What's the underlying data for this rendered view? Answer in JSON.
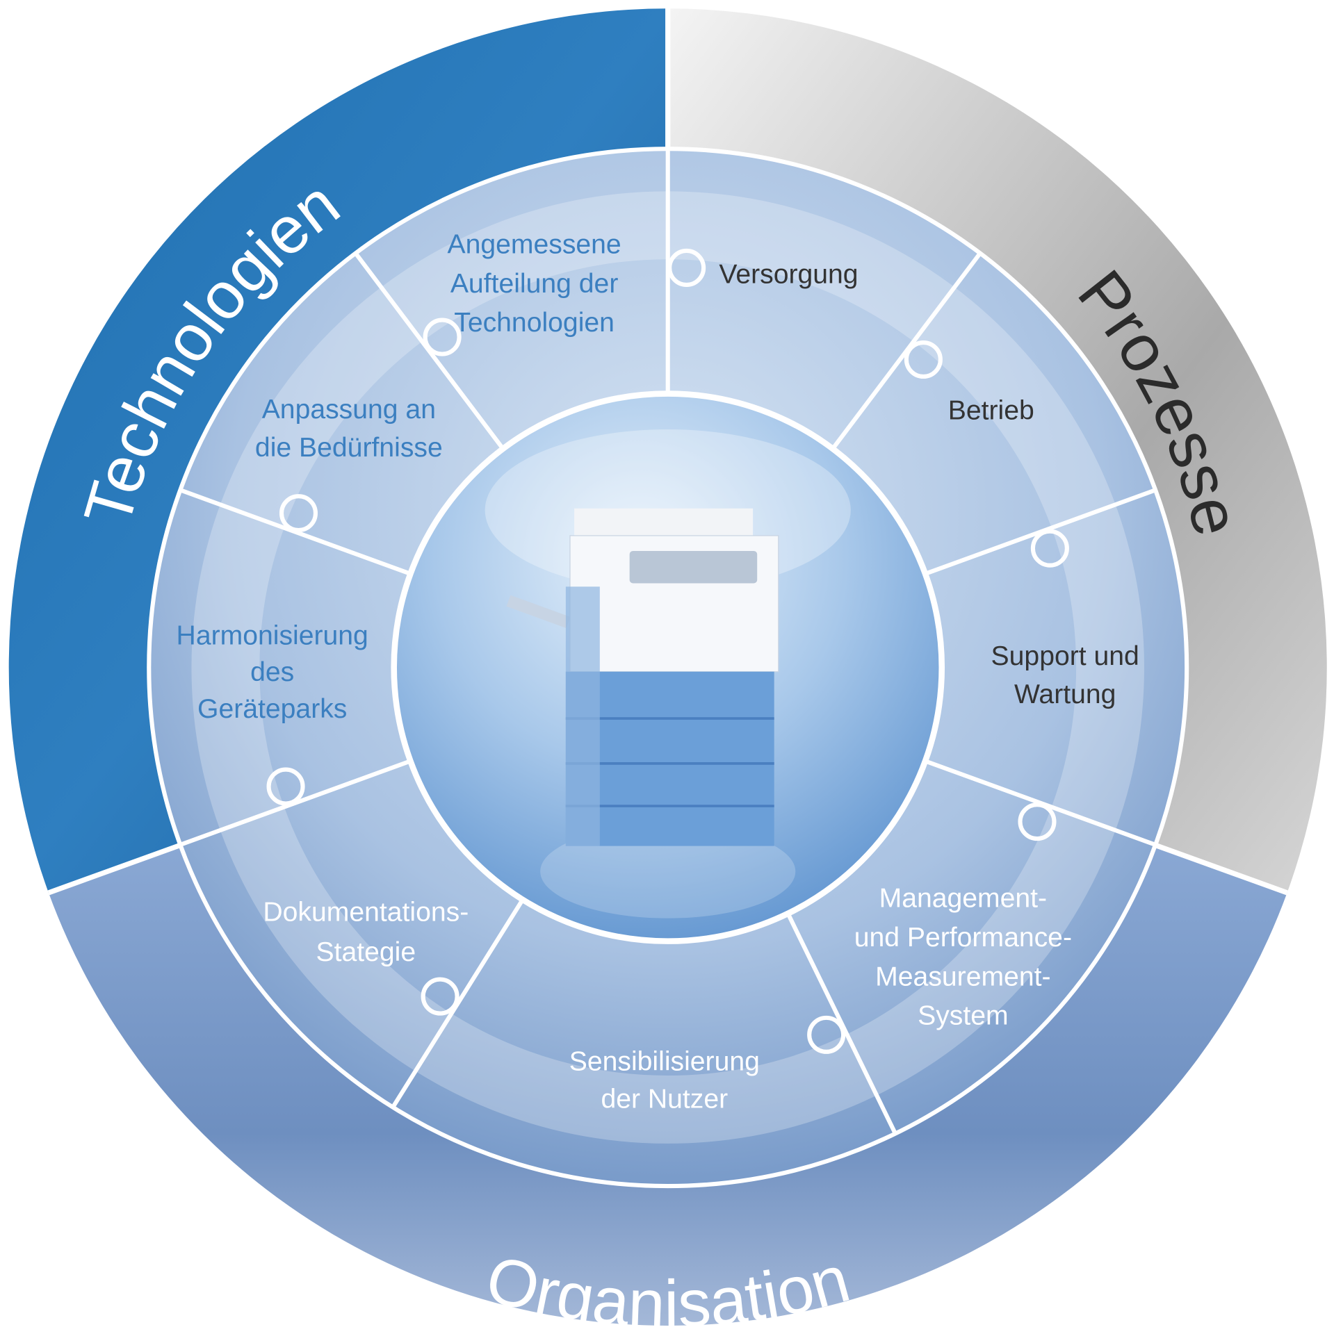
{
  "rings": {
    "technology": "Technologien",
    "process": "Prozesse",
    "organisation": "Organisation"
  },
  "segments": [
    {
      "lines": [
        "Angemessene",
        "Aufteilung der",
        "Technologien"
      ]
    },
    {
      "lines": [
        "Versorgung"
      ]
    },
    {
      "lines": [
        "Betrieb"
      ]
    },
    {
      "lines": [
        "Support und",
        "Wartung"
      ]
    },
    {
      "lines": [
        "Management-",
        "und Performance-",
        "Measurement-",
        "System"
      ]
    },
    {
      "lines": [
        "Sensibilisierung",
        "der Nutzer"
      ]
    },
    {
      "lines": [
        "Dokumentations-",
        "Stategie"
      ]
    },
    {
      "lines": [
        "Harmonisierung",
        "des",
        "Geräteparks"
      ]
    },
    {
      "lines": [
        "Anpassung an",
        "die Bedürfnisse"
      ]
    }
  ],
  "colors": {
    "technology": "#2a78b8",
    "process": "#b8b8b8",
    "organisation": "#6f8fbf",
    "tech_text": "#3b7fc0",
    "process_text": "#333333",
    "org_text": "#ffffff"
  }
}
